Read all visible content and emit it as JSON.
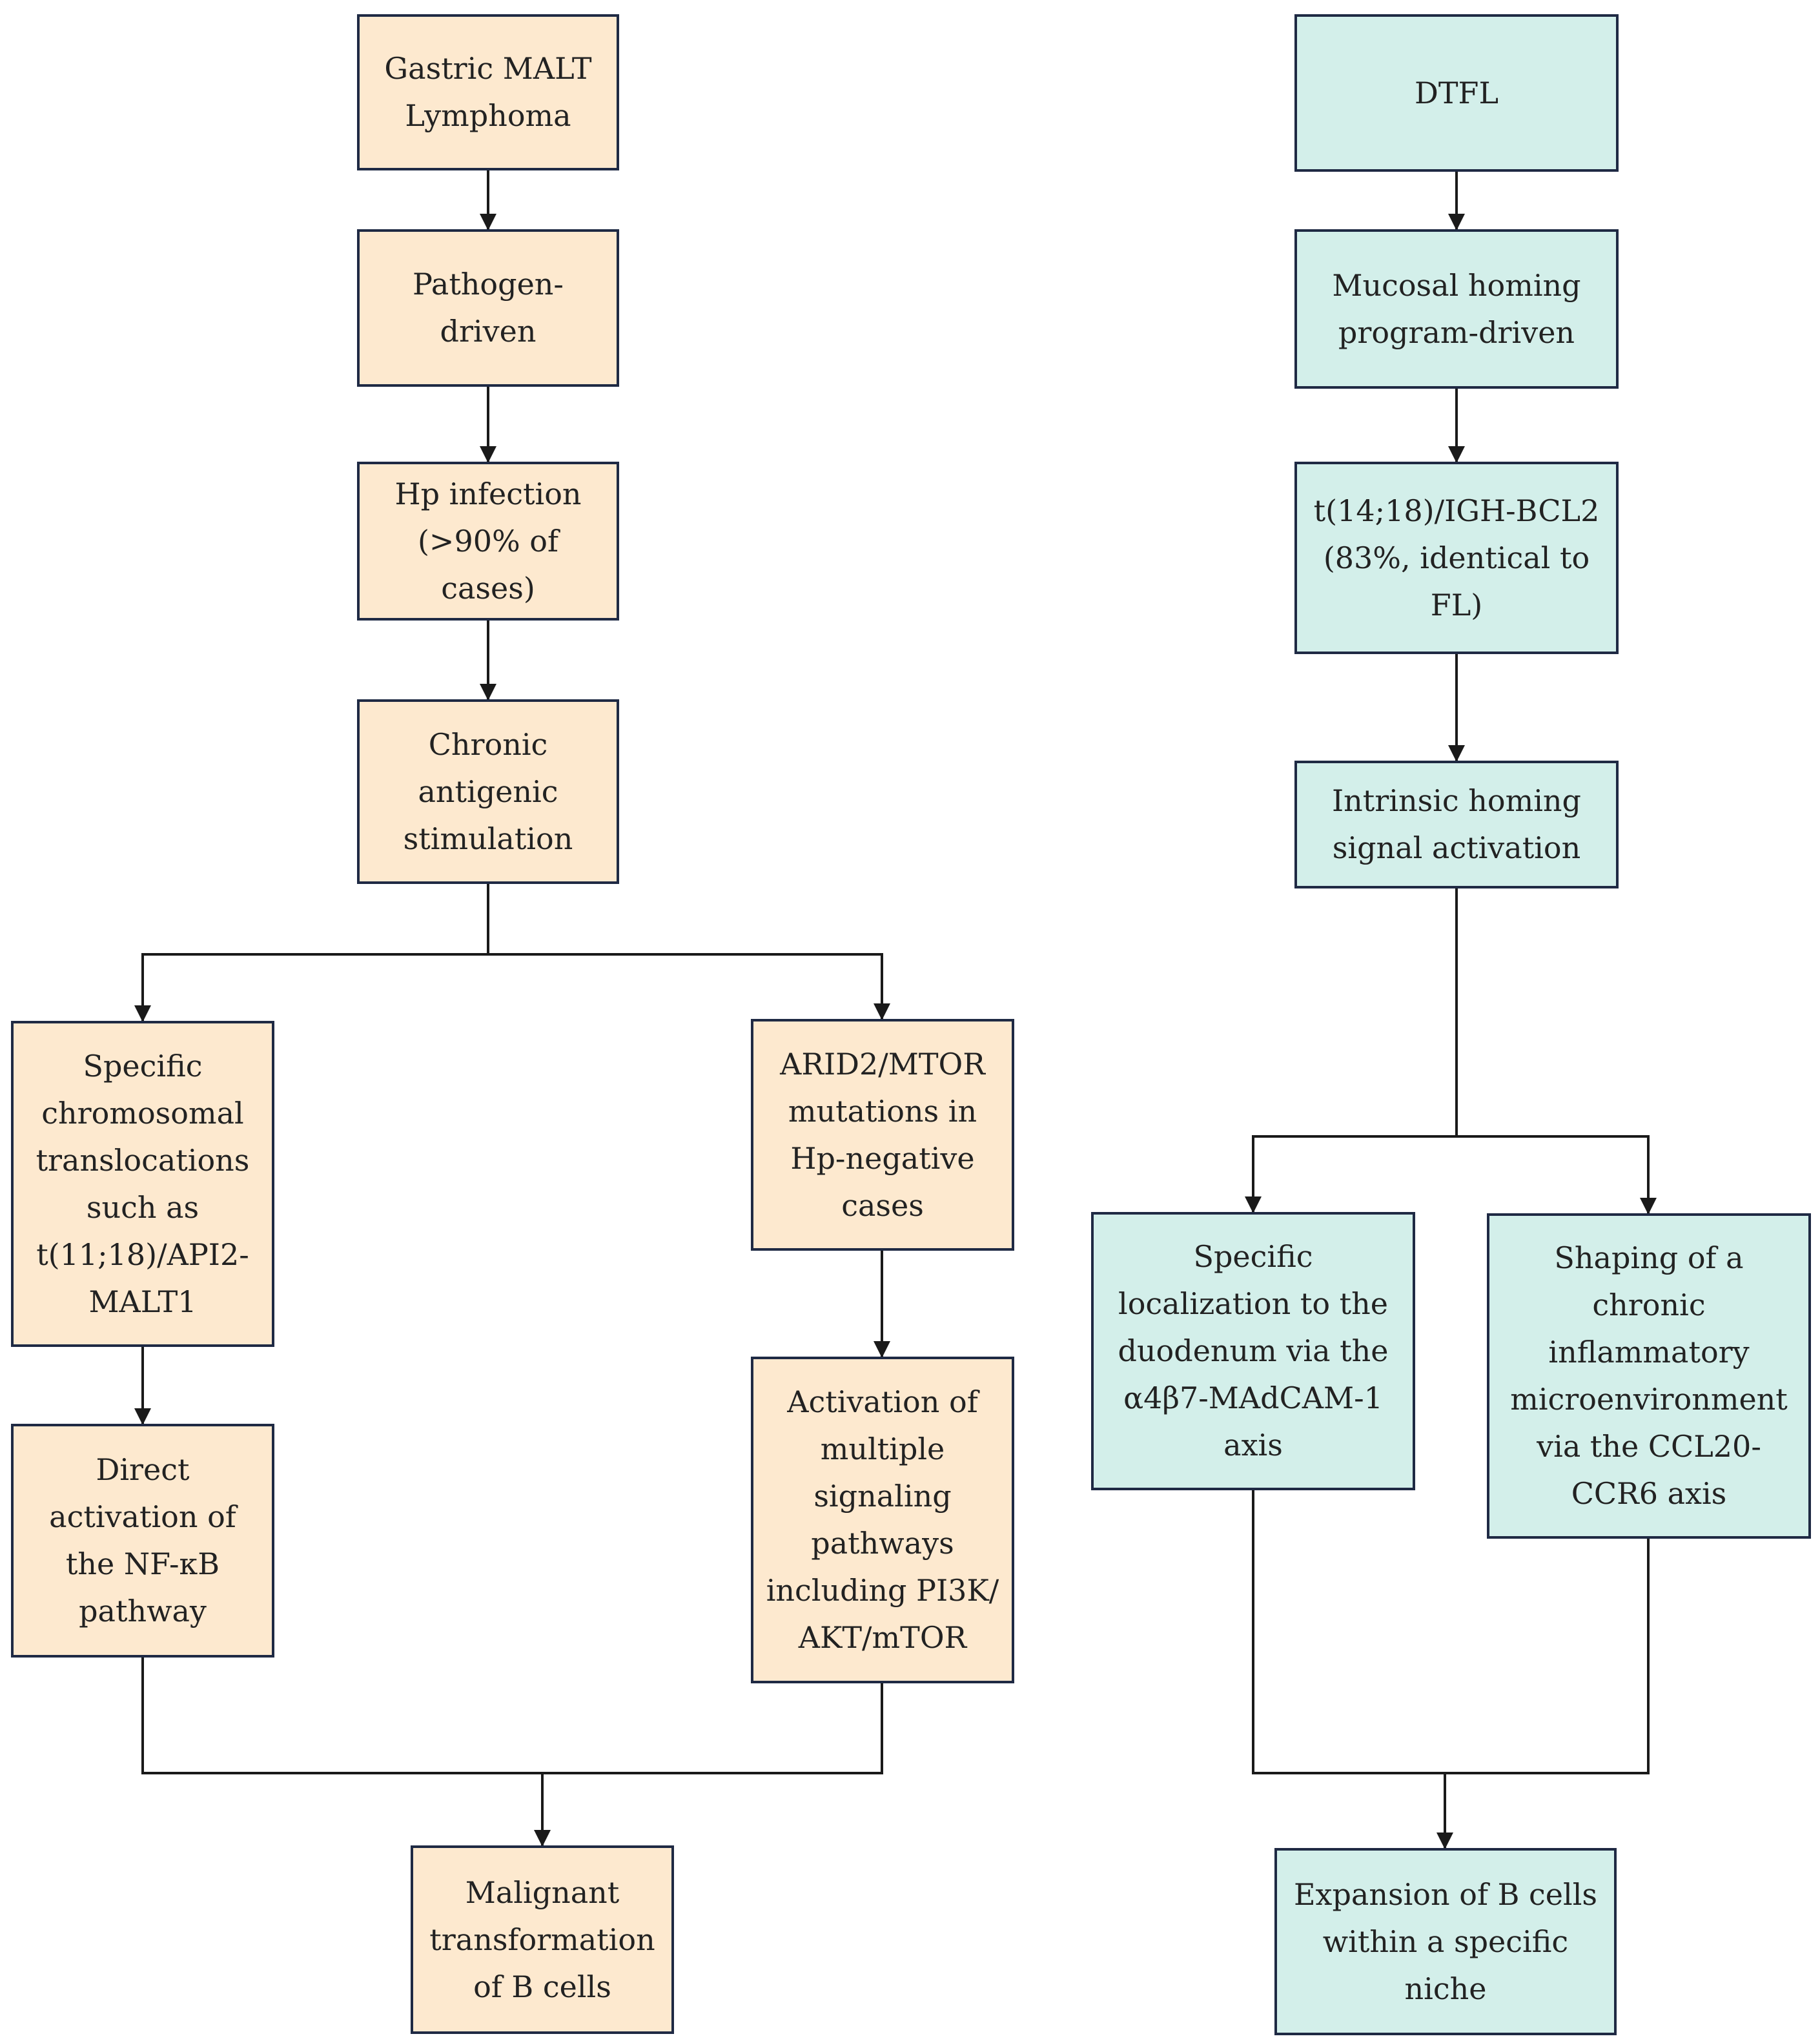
{
  "colors": {
    "left_fill": "#fde9cf",
    "right_fill": "#d3efea",
    "border": "#1f2a44",
    "connector": "#1a1a1a"
  },
  "left": {
    "gastric_malt": "Gastric MALT\nLymphoma",
    "pathogen_driven": "Pathogen-\ndriven",
    "hp_infection": "Hp infection\n(>90% of cases)",
    "chronic_stimulation": "Chronic\nantigenic\nstimulation",
    "translocations": "Specific\nchromosomal\ntranslocations\nsuch as\nt(11;18)/API2-\nMALT1",
    "arid2_mtor": "ARID2/MTOR\nmutations in\nHp-negative\ncases",
    "nfkb": "Direct\nactivation of\nthe NF-κB\npathway",
    "pi3k": "Activation of\nmultiple\nsignaling\npathways\nincluding PI3K/\nAKT/mTOR",
    "malignant": "Malignant\ntransformation\nof B cells"
  },
  "right": {
    "dtfl": "DTFL",
    "mucosal": "Mucosal homing\nprogram-driven",
    "igh_bcl2": "t(14;18)/IGH-BCL2\n(83%, identical to\nFL)",
    "intrinsic": "Intrinsic homing\nsignal activation",
    "localization": "Specific\nlocalization to the\nduodenum via the\nα4β7-MAdCAM-1\naxis",
    "shaping": "Shaping of a\nchronic\ninflammatory\nmicroenvironment\nvia the CCL20-\nCCR6 axis",
    "expansion": "Expansion of B cells\nwithin a specific\nniche"
  }
}
